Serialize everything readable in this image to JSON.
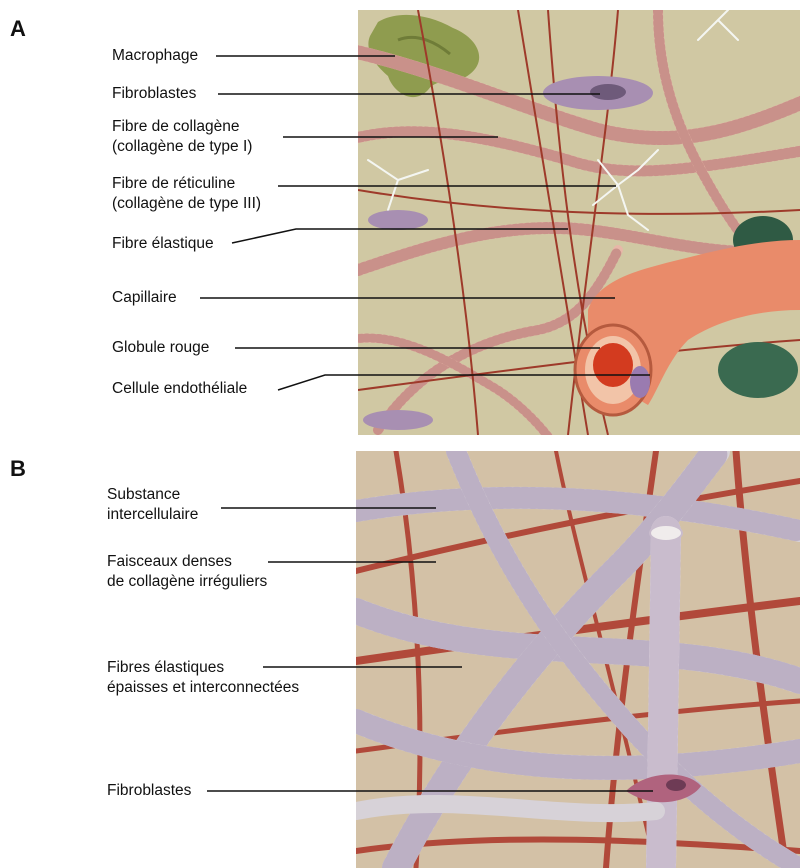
{
  "panels": [
    {
      "letter": "A",
      "labels": [
        {
          "lines": [
            "Macrophage"
          ]
        },
        {
          "lines": [
            "Fibroblastes"
          ]
        },
        {
          "lines": [
            "Fibre de collagène",
            "(collagène de type I)"
          ]
        },
        {
          "lines": [
            "Fibre de réticuline",
            "(collagène de type III)"
          ]
        },
        {
          "lines": [
            "Fibre élastique"
          ]
        },
        {
          "lines": [
            "Capillaire"
          ]
        },
        {
          "lines": [
            "Globule rouge"
          ]
        },
        {
          "lines": [
            "Cellule endothéliale"
          ]
        }
      ]
    },
    {
      "letter": "B",
      "labels": [
        {
          "lines": [
            "Substance",
            "intercellulaire"
          ]
        },
        {
          "lines": [
            "Faisceaux denses",
            "de collagène irréguliers"
          ]
        },
        {
          "lines": [
            "Fibres élastiques",
            "épaisses et interconnectées"
          ]
        },
        {
          "lines": [
            "Fibroblastes"
          ]
        }
      ]
    }
  ],
  "colors": {
    "panel_a_background": "#d9c9a4",
    "panel_b_background": "#d8c4b0",
    "collagen_fiber": "#e7b7a8",
    "elastic_fiber": "#9e3a2a",
    "reticulin_fiber": "#f4f6f2",
    "capillary_wall": "#e98b6a",
    "red_blood_cell": "#d33b1f",
    "macrophage": "#8f9c4f",
    "fibroblast": "#a88fb2",
    "dense_collagen_bundle": "#d7d2d8",
    "leader_line": "#111111"
  }
}
